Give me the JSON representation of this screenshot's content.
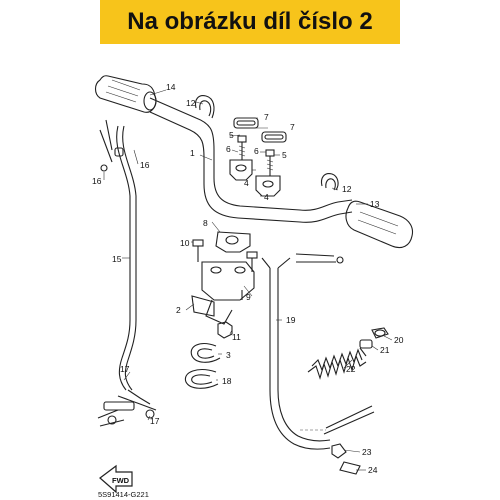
{
  "banner": {
    "text": "Na obrázku díl číslo 2",
    "color": "#f7c41b"
  },
  "diagram_code": "5S91414-G221",
  "fwd_label": "FWD",
  "callouts": [
    "1",
    "2",
    "3",
    "4",
    "4",
    "5",
    "5",
    "6",
    "6",
    "7",
    "7",
    "8",
    "9",
    "10",
    "11",
    "12",
    "12",
    "13",
    "14",
    "15",
    "16",
    "16",
    "17",
    "17",
    "18",
    "19",
    "20",
    "21",
    "22",
    "23",
    "24"
  ]
}
